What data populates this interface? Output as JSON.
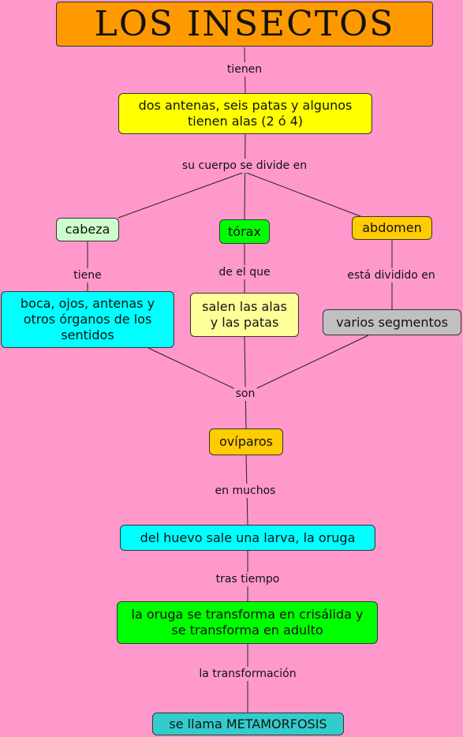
{
  "nodes": {
    "title": {
      "text": "LOS INSECTOS",
      "color": "#ff9900"
    },
    "antenas": {
      "text": "dos antenas, seis patas y algunos tienen alas (2 ó 4)",
      "color": "#ffff00"
    },
    "cabeza": {
      "text": "cabeza",
      "color": "#ccffcc"
    },
    "torax": {
      "text": "tórax",
      "color": "#00ff00"
    },
    "abdomen": {
      "text": "abdomen",
      "color": "#ffcc00"
    },
    "boca": {
      "text": "boca, ojos, antenas y otros órganos de los sentidos",
      "color": "#00ffff"
    },
    "alas": {
      "text": "salen las alas y las patas",
      "color": "#ffff99"
    },
    "segmentos": {
      "text": "varios segmentos",
      "color": "#c0c0c0"
    },
    "oviparos": {
      "text": "ovíparos",
      "color": "#ffcc00"
    },
    "larva": {
      "text": "del huevo sale una larva, la oruga",
      "color": "#00ffff"
    },
    "crisalida": {
      "text": "la oruga se transforma en crisálida y se transforma en adulto",
      "color": "#00ff00"
    },
    "metamorfosis": {
      "text": "se llama METAMORFOSIS",
      "color": "#33cccc"
    }
  },
  "links": {
    "tienen": "tienen",
    "divide": "su cuerpo se divide en",
    "tiene": "tiene",
    "deque": "de el que",
    "dividido": "está dividido en",
    "son": "son",
    "muchos": "en muchos",
    "tras": "tras tiempo",
    "transf": "la transformación"
  }
}
